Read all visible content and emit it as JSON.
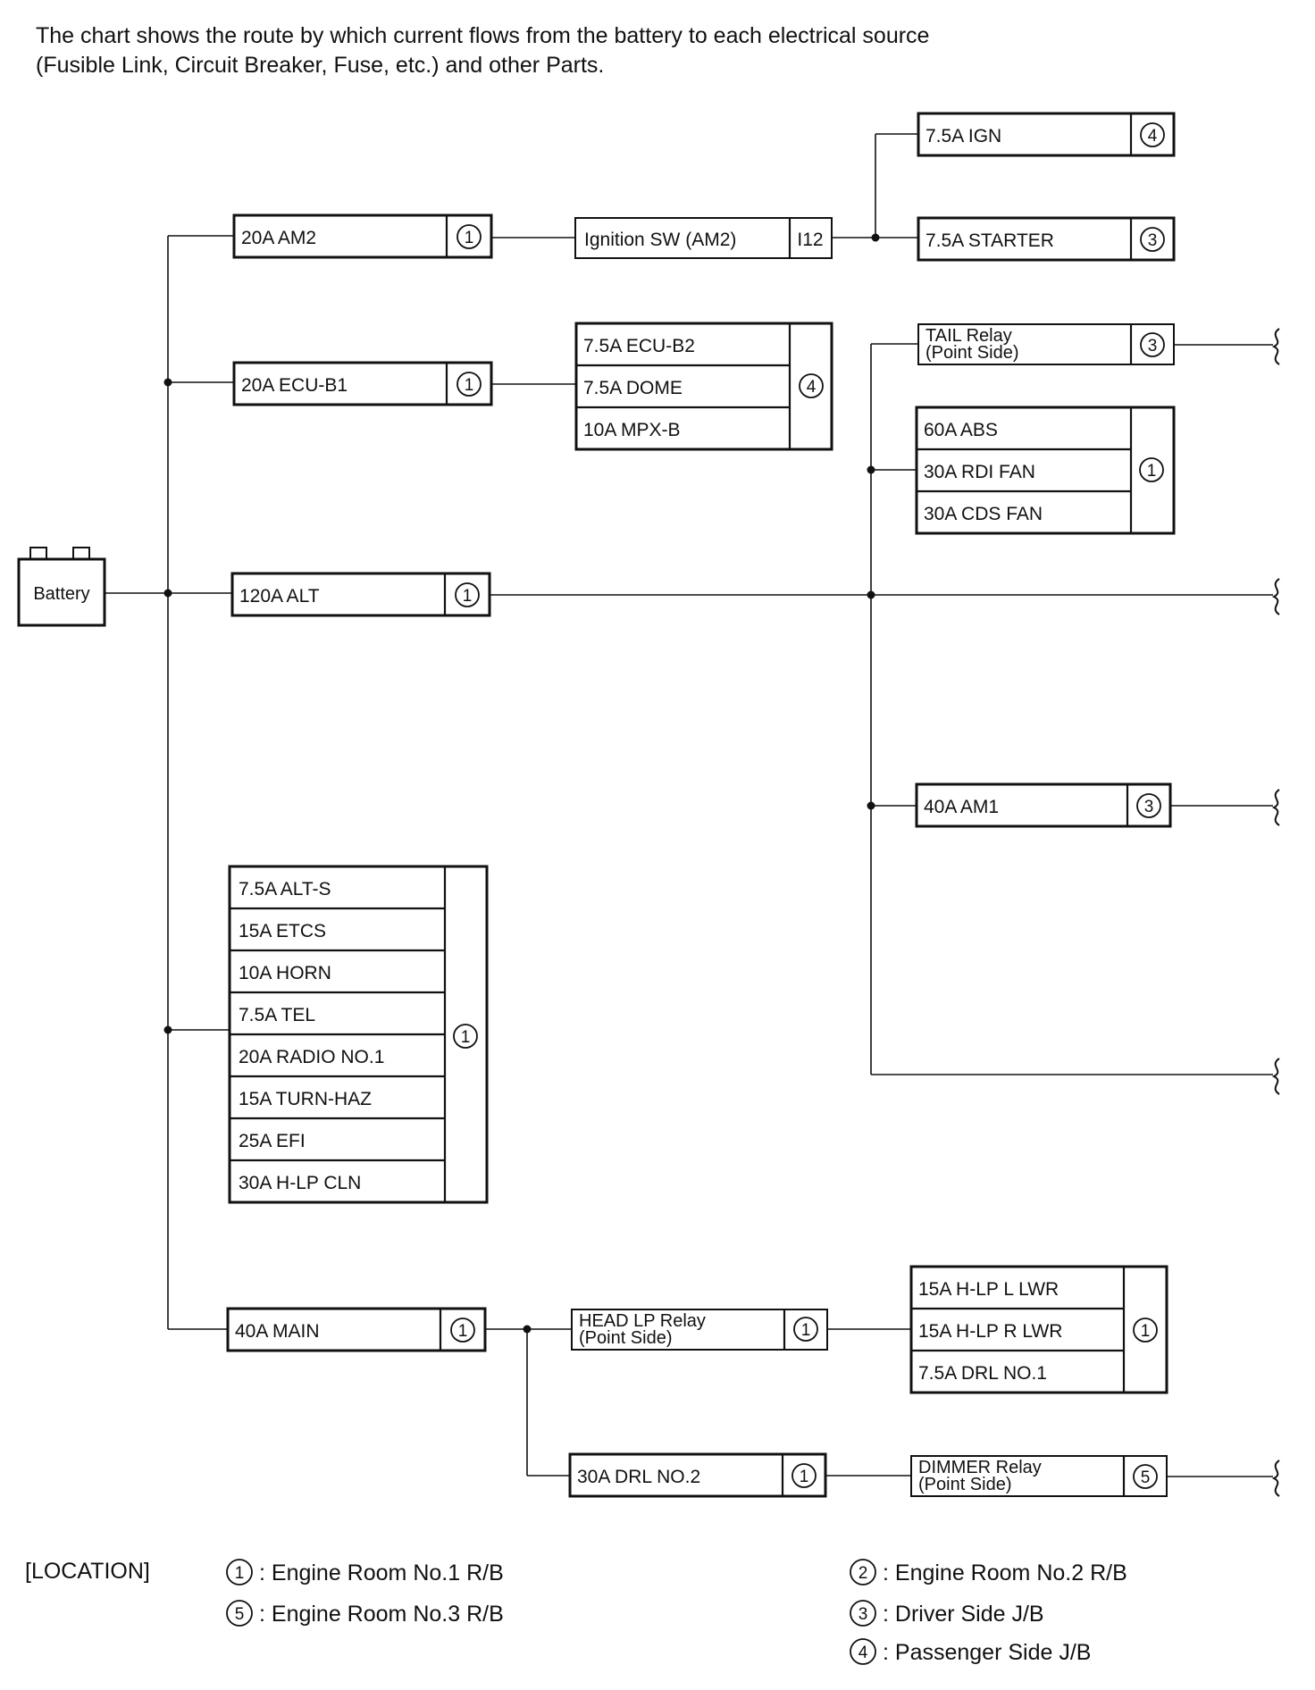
{
  "intro": {
    "line1": "The chart shows the route by which current flows from the battery to each electrical source",
    "line2": "(Fusible Link, Circuit Breaker, Fuse, etc.) and other Parts."
  },
  "battery": {
    "label": "Battery"
  },
  "left": {
    "am2": {
      "label": "20A AM2",
      "loc": "1"
    },
    "ecub1": {
      "label": "20A ECU-B1",
      "loc": "1"
    },
    "alt": {
      "label": "120A ALT",
      "loc": "1"
    },
    "group": {
      "loc": "1",
      "items": [
        "7.5A ALT-S",
        "15A ETCS",
        "10A HORN",
        "7.5A TEL",
        "20A RADIO NO.1",
        "15A TURN-HAZ",
        "25A EFI",
        "30A H-LP CLN"
      ]
    },
    "main": {
      "label": "40A MAIN",
      "loc": "1"
    }
  },
  "middle": {
    "ignsw": {
      "label": "Ignition SW (AM2)",
      "code": "I12"
    },
    "ecugroup": {
      "loc": "4",
      "items": [
        "7.5A ECU-B2",
        "7.5A DOME",
        "10A MPX-B"
      ]
    },
    "headlp": {
      "line1": "HEAD LP Relay",
      "line2": "(Point Side)",
      "loc": "1"
    },
    "drl2": {
      "label": "30A DRL NO.2",
      "loc": "1"
    }
  },
  "right": {
    "ign": {
      "label": "7.5A IGN",
      "loc": "4"
    },
    "starter": {
      "label": "7.5A STARTER",
      "loc": "3"
    },
    "tail": {
      "line1": "TAIL Relay",
      "line2": "(Point Side)",
      "loc": "3"
    },
    "absgroup": {
      "loc": "1",
      "items": [
        "60A ABS",
        "30A RDI FAN",
        "30A CDS FAN"
      ]
    },
    "am1": {
      "label": "40A AM1",
      "loc": "3"
    },
    "hlpgroup": {
      "loc": "1",
      "items": [
        "15A H-LP L LWR",
        "15A H-LP R LWR",
        "7.5A DRL NO.1"
      ]
    },
    "dimmer": {
      "line1": "DIMMER Relay",
      "line2": "(Point Side)",
      "loc": "5"
    }
  },
  "legend": {
    "heading": "[LOCATION]",
    "items": [
      {
        "num": "1",
        "text": ": Engine Room No.1 R/B"
      },
      {
        "num": "5",
        "text": ": Engine Room No.3 R/B"
      },
      {
        "num": "2",
        "text": ": Engine Room No.2 R/B"
      },
      {
        "num": "3",
        "text": ": Driver Side J/B"
      },
      {
        "num": "4",
        "text": ": Passenger Side J/B"
      }
    ]
  }
}
